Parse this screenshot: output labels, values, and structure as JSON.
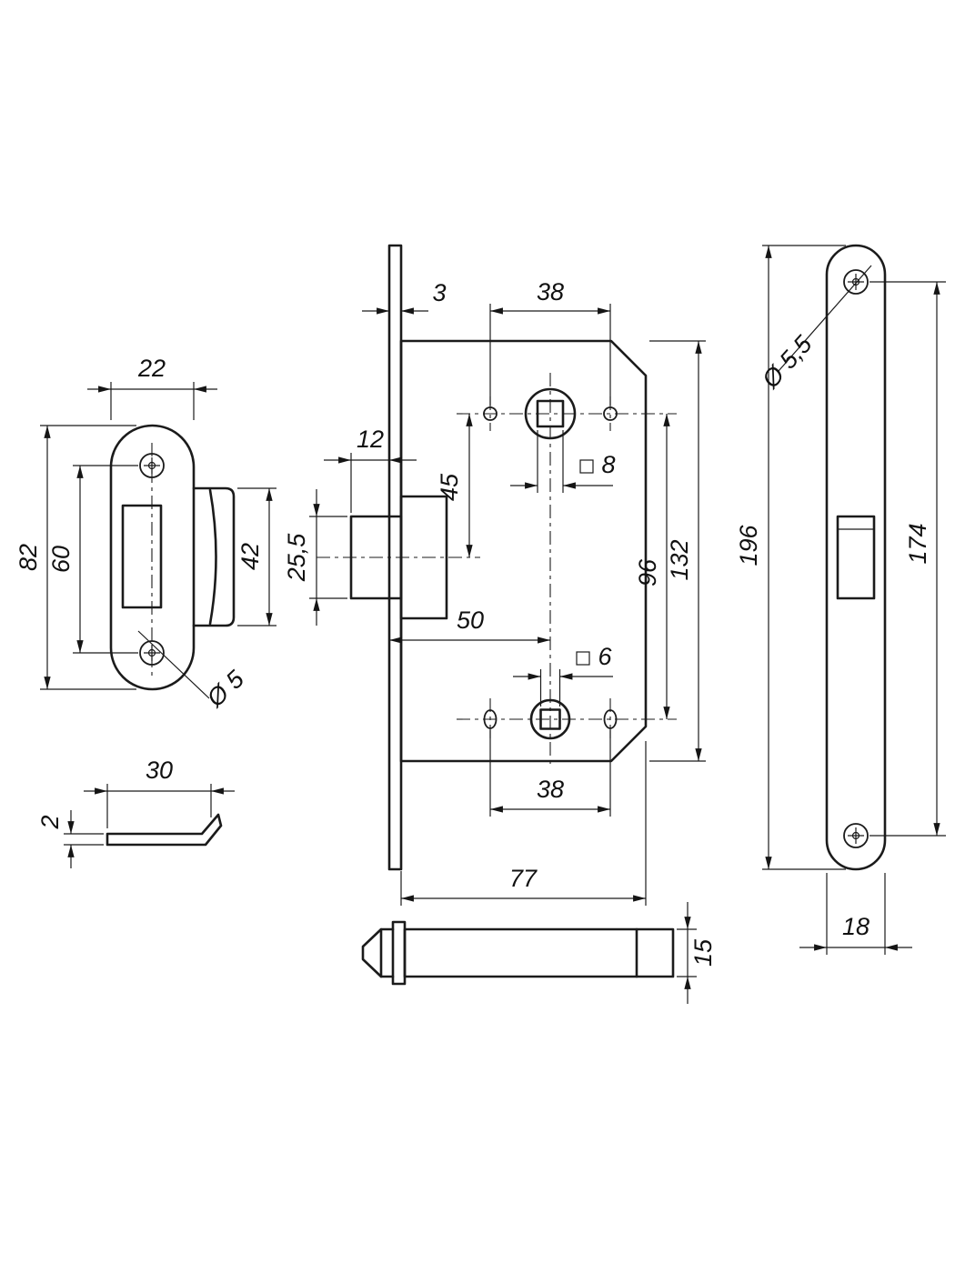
{
  "drawing": {
    "type": "mortise-latch-lock-technical-drawing",
    "colors": {
      "ink": "#1b1b1b",
      "background": "#ffffff"
    },
    "dims": {
      "strike_width": "22",
      "strike_height": "82",
      "strike_hole_spacing": "60",
      "strike_tab_height": "42",
      "strike_hole_dia": "Ø 5",
      "cover_length": "30",
      "cover_thickness": "2",
      "faceplate_thickness": "3",
      "top_hole_spacing": "38",
      "latch_projection": "12",
      "spindle_to_latch": "45",
      "spindle_square": "8",
      "latch_height": "25,5",
      "backset": "50",
      "wc_square": "6",
      "spindle_to_wc": "96",
      "body_height": "132",
      "faceplate_height": "196",
      "bottom_hole_spacing": "38",
      "body_width": "77",
      "latch_thickness": "15",
      "face_hole_dia": "Ø 5,5",
      "face_hole_spacing": "174",
      "face_width": "18"
    }
  }
}
